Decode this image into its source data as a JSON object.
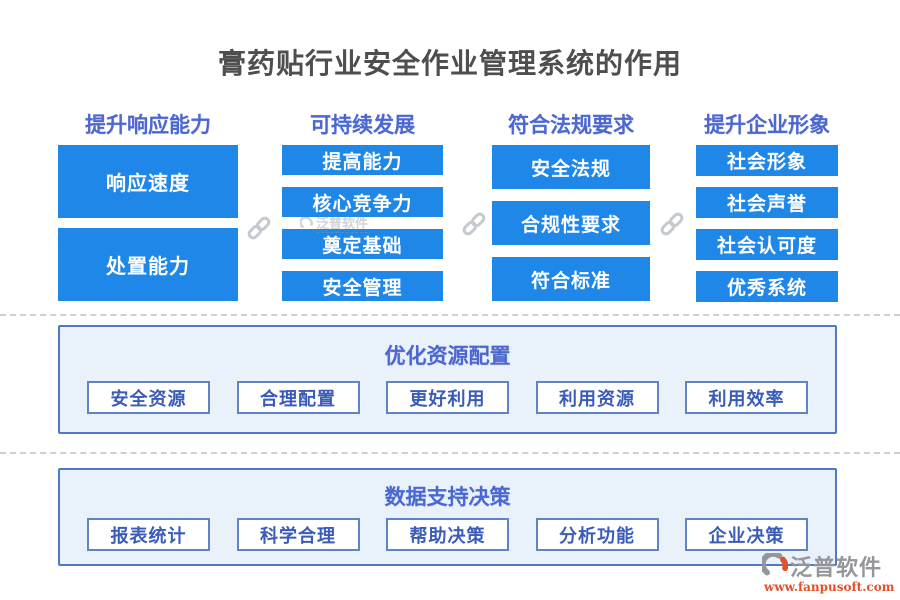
{
  "title": "膏药贴行业安全作业管理系统的作用",
  "columns": [
    {
      "header": "提升响应能力",
      "items": [
        "响应速度",
        "处置能力"
      ]
    },
    {
      "header": "可持续发展",
      "items": [
        "提高能力",
        "核心竞争力",
        "奠定基础",
        "安全管理"
      ]
    },
    {
      "header": "符合法规要求",
      "items": [
        "安全法规",
        "合规性要求",
        "符合标准"
      ]
    },
    {
      "header": "提升企业形象",
      "items": [
        "社会形象",
        "社会声誉",
        "社会认可度",
        "优秀系统"
      ]
    }
  ],
  "panels": [
    {
      "title": "优化资源配置",
      "items": [
        "安全资源",
        "合理配置",
        "更好利用",
        "利用资源",
        "利用效率"
      ]
    },
    {
      "title": "数据支持决策",
      "items": [
        "报表统计",
        "科学合理",
        "帮助决策",
        "分析功能",
        "企业决策"
      ]
    }
  ],
  "watermark": {
    "text": "泛普软件"
  },
  "branding": {
    "name": "泛普软件",
    "url": "www.fanpusoft.com"
  },
  "colors": {
    "box_blue": "#1e87e8",
    "accent_blue": "#4a68d0",
    "panel_bg": "#e9f1fb",
    "panel_border": "#4d7ac2",
    "item_text": "#3a5cb8",
    "brand_orange": "#e2512a",
    "title_gray": "#4e4e4e"
  }
}
